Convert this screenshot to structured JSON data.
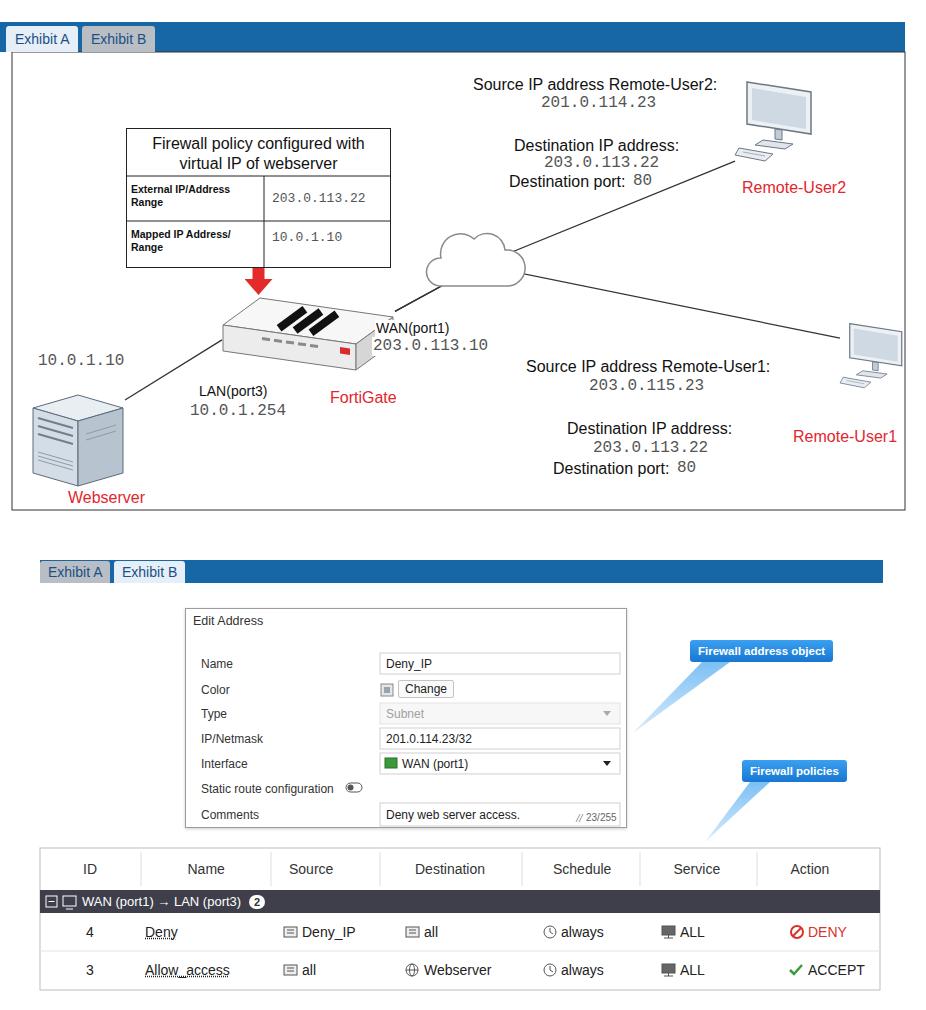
{
  "diagram": {
    "nodes": [
      {
        "text": [
          "Exhibit A"
        ]
      },
      {
        "text": [
          "Exhibit B"
        ]
      },
      {
        "text": [
          "Firewall policy configured with virtual IP of webserver"
        ]
      },
      {
        "text": [
          "FortiGate"
        ]
      },
      {
        "text": [
          "Webserver"
        ]
      },
      {
        "text": [
          "Remote-User2"
        ]
      },
      {
        "text": [
          "Remote-User1"
        ]
      },
      {
        "text": [
          "Exhibit A"
        ]
      },
      {
        "text": [
          "Exhibit B"
        ]
      },
      {
        "text": [
          "Edit Address"
        ]
      },
      {
        "text": [
          "Firewall address object"
        ]
      },
      {
        "text": [
          "Firewall policies"
        ]
      }
    ],
    "edges": [
      {
        "from": 2,
        "to": 3,
        "arrow": "to"
      },
      {
        "from": 4,
        "to": 3,
        "arrow": "none"
      },
      {
        "from": 3,
        "to": 5,
        "arrow": "none"
      },
      {
        "from": 3,
        "to": 6,
        "arrow": "none"
      }
    ],
    "labels": [
      "External IP/Address Range",
      "203.0.113.22",
      "Mapped IP Address/ Range",
      "10.0.1.10",
      "10.0.1.10",
      "LAN(port3)",
      "10.0.1.254",
      "WAN(port1)",
      "203.0.113.10",
      "Source IP address Remote-User2:",
      "201.0.114.23",
      "Destination IP address:",
      "203.0.113.22",
      "Destination port:",
      "80",
      "Source IP address Remote-User1:",
      "203.0.115.23",
      "Destination IP address:",
      "203.0.113.22",
      "Destination port:",
      "80",
      "Name",
      "Deny_IP",
      "Color",
      "Change",
      "Type",
      "Subnet",
      "IP/Netmask",
      "201.0.114.23/32",
      "Interface",
      "WAN (port1)",
      "Static route configuration",
      "Comments",
      "Deny web server access.",
      "23/255",
      "ID",
      "Name",
      "Source",
      "Destination",
      "Schedule",
      "Service",
      "Action",
      "WAN (port1) → LAN (port3)",
      "2",
      "4",
      "Deny",
      "Deny_IP",
      "all",
      "always",
      "ALL",
      "DENY",
      "3",
      "Allow_access",
      "all",
      "Webserver",
      "always",
      "ALL",
      "ACCEPT"
    ]
  }
}
